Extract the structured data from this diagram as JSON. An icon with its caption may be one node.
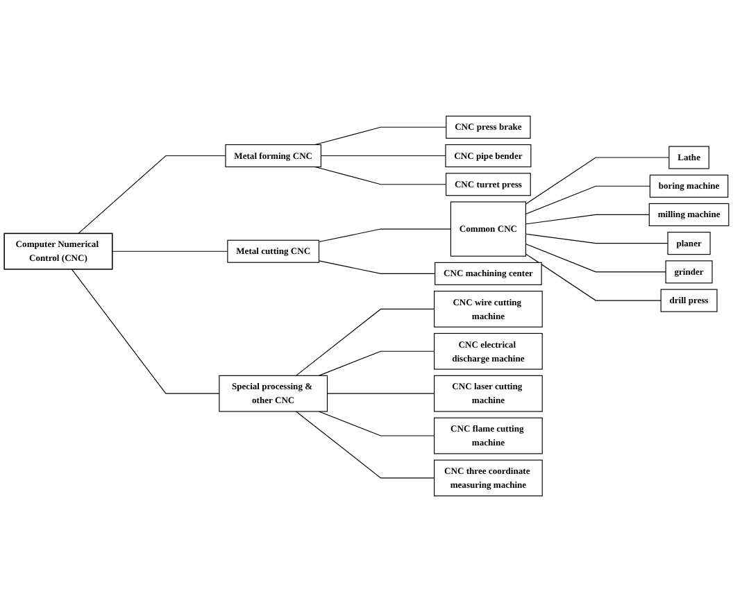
{
  "diagram": {
    "nodes": [
      {
        "text": [
          "Computer Numerical Control (CNC)"
        ]
      },
      {
        "text": [
          "Metal forming CNC"
        ]
      },
      {
        "text": [
          "CNC press brake"
        ]
      },
      {
        "text": [
          "CNC pipe bender"
        ]
      },
      {
        "text": [
          "CNC turret press"
        ]
      },
      {
        "text": [
          "Metal cutting CNC"
        ]
      },
      {
        "text": [
          "Common CNC"
        ]
      },
      {
        "text": [
          "Lathe"
        ]
      },
      {
        "text": [
          "boring machine"
        ]
      },
      {
        "text": [
          "milling machine"
        ]
      },
      {
        "text": [
          "planer"
        ]
      },
      {
        "text": [
          "grinder"
        ]
      },
      {
        "text": [
          "drill press"
        ]
      },
      {
        "text": [
          "CNC machining center"
        ]
      },
      {
        "text": [
          "Special processing & other CNC"
        ]
      },
      {
        "text": [
          "CNC wire cutting machine"
        ]
      },
      {
        "text": [
          "CNC electrical discharge machine"
        ]
      },
      {
        "text": [
          "CNC laser cutting machine"
        ]
      },
      {
        "text": [
          "CNC flame cutting machine"
        ]
      },
      {
        "text": [
          "CNC three coordinate measuring machine"
        ]
      }
    ],
    "edges": [
      {
        "from": 0,
        "to": 1,
        "arrow": "none"
      },
      {
        "from": 1,
        "to": 2,
        "arrow": "none"
      },
      {
        "from": 1,
        "to": 3,
        "arrow": "none"
      },
      {
        "from": 1,
        "to": 4,
        "arrow": "none"
      },
      {
        "from": 0,
        "to": 5,
        "arrow": "none"
      },
      {
        "from": 5,
        "to": 6,
        "arrow": "none"
      },
      {
        "from": 6,
        "to": 7,
        "arrow": "none"
      },
      {
        "from": 6,
        "to": 8,
        "arrow": "none"
      },
      {
        "from": 6,
        "to": 9,
        "arrow": "none"
      },
      {
        "from": 6,
        "to": 10,
        "arrow": "none"
      },
      {
        "from": 6,
        "to": 11,
        "arrow": "none"
      },
      {
        "from": 6,
        "to": 12,
        "arrow": "none"
      },
      {
        "from": 5,
        "to": 13,
        "arrow": "none"
      },
      {
        "from": 0,
        "to": 14,
        "arrow": "none"
      },
      {
        "from": 14,
        "to": 15,
        "arrow": "none"
      },
      {
        "from": 14,
        "to": 16,
        "arrow": "none"
      },
      {
        "from": 14,
        "to": 17,
        "arrow": "none"
      },
      {
        "from": 14,
        "to": 18,
        "arrow": "none"
      },
      {
        "from": 14,
        "to": 19,
        "arrow": "none"
      }
    ]
  }
}
